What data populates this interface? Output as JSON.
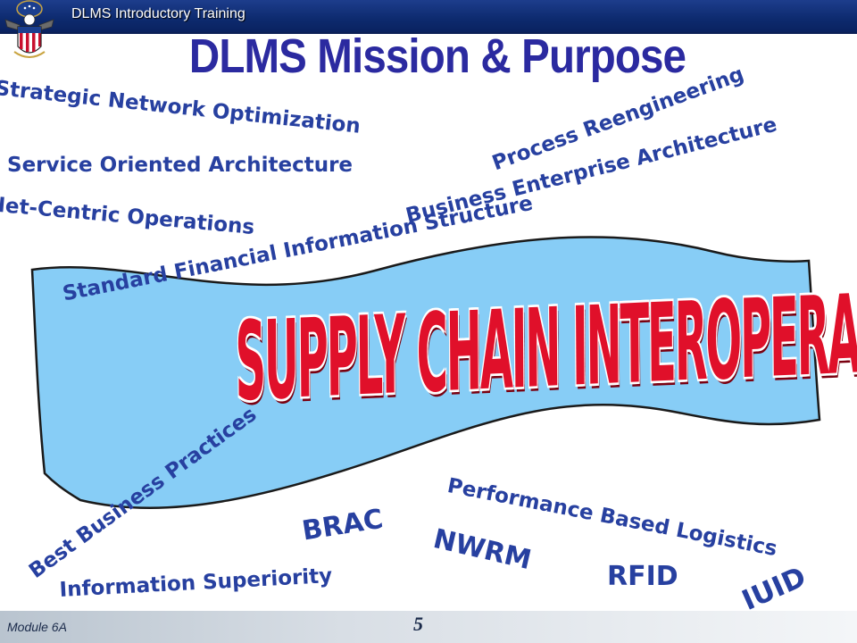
{
  "header": {
    "title": "DLMS Introductory Training"
  },
  "page_title": "DLMS Mission & Purpose",
  "banner_text": "SUPPLY  CHAIN  INTEROPERABILITY",
  "terms": {
    "strategic_network": "Strategic Network Optimization",
    "service_oriented": "Service Oriented Architecture",
    "net_centric": "Net-Centric Operations",
    "process_reengineering": "Process Reengineering",
    "business_enterprise": "Business Enterprise Architecture",
    "standard_financial": "Standard Financial Information Structure",
    "best_business": "Best Business Practices",
    "performance_based": "Performance Based Logistics",
    "brac": "BRAC",
    "nwrm": "NWRM",
    "rfid": "RFID",
    "iuid": "IUID",
    "information_superiority": "Information Superiority"
  },
  "footer": {
    "module": "Module 6A",
    "page_number": "5"
  },
  "colors": {
    "header": "#0d2a6e",
    "title": "#2b2aa0",
    "terms": "#2740a0",
    "banner_fill": "#87cdf6",
    "banner_text": "#e0102a"
  }
}
